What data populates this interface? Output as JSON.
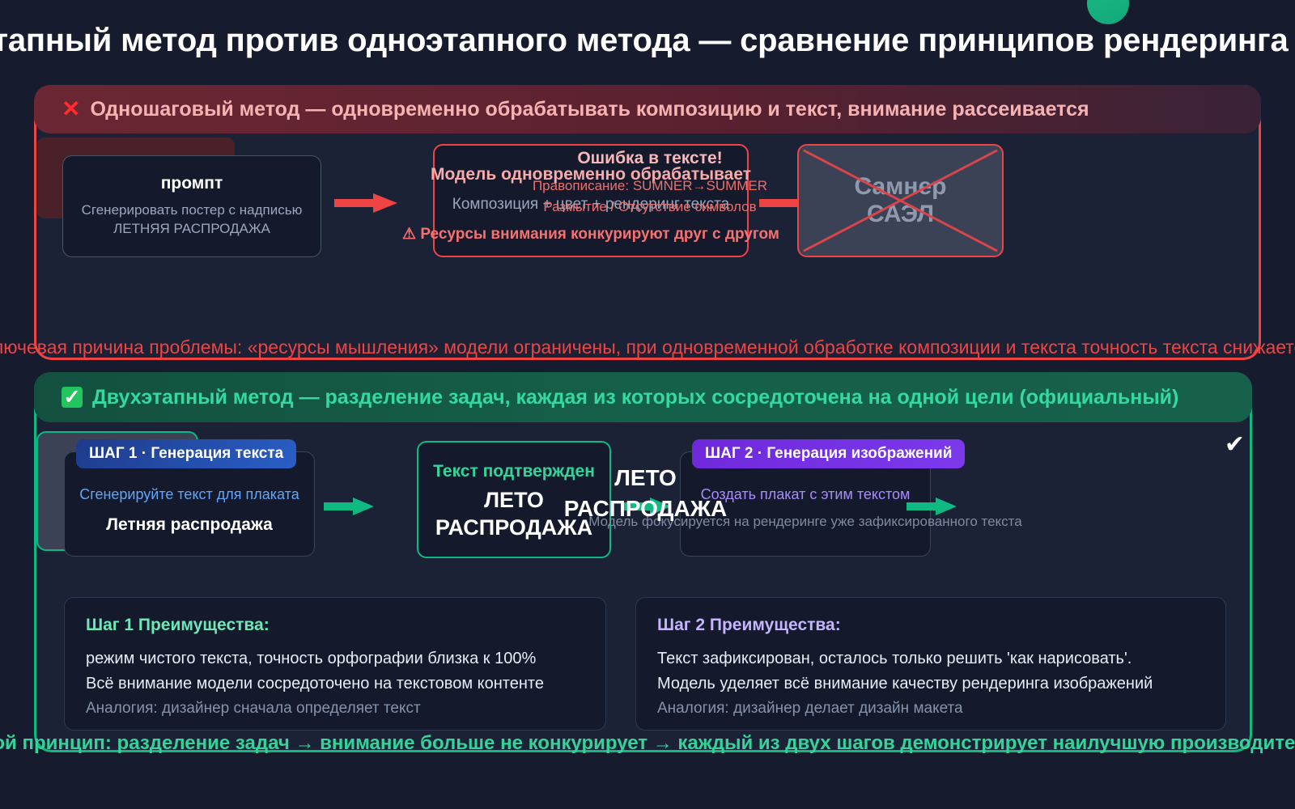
{
  "page": {
    "title": "Двухэтапный метод против одноэтапного метода — сравнение принципов рендеринга текста"
  },
  "one_step": {
    "header_icon": "✕",
    "header": "Одношаговый метод — одновременно обрабатывать композицию и текст, внимание рассеивается",
    "prompt_card": {
      "title": "промпт",
      "line1": "Сгенерировать постер с надписью",
      "line2": "ЛЕТНЯЯ РАСПРОДАЖА"
    },
    "model_card": {
      "title": "Модель одновременно обрабатывает",
      "line1": "Композиция + цвет + рендеринг текста",
      "line2": "⚠ Ресурсы внимания конкурируют друг с другом"
    },
    "fail_card": {
      "line1": "Самнер",
      "line2": "САЭЛ"
    },
    "error_card": {
      "title": "Ошибка в тексте!",
      "line1": "Правописание: SUMNER→SUMMER",
      "line2": "Размытие / Отсутствие символов"
    },
    "note": "Ключевая причина проблемы: «ресурсы мышления» модели ограничены, при одновременной обработке композиции и текста точность текста снижается"
  },
  "two_step": {
    "header_icon": "✓",
    "header": "Двухэтапный метод — разделение задач, каждая из которых сосредоточена на одной цели (официальный)",
    "step1_card": {
      "badge": "ШАГ 1 · Генерация текста",
      "line1": "Сгенерируйте текст для плаката",
      "line2": "Летняя распродажа"
    },
    "confirm_card": {
      "title": "Текст подтвержден",
      "line1": "ЛЕТО",
      "line2": "РАСПРОДАЖА"
    },
    "step2_card": {
      "badge": "ШАГ 2 · Генерация изображений",
      "line1": "Создать плакат с этим текстом",
      "line2": "Модель фокусируется на рендеринге уже зафиксированного текста"
    },
    "poster_card": {
      "check": "✔",
      "line1": "ЛЕТО",
      "line2": "РАСПРОДАЖА"
    },
    "benefit1": {
      "title": "Шаг 1 Преимущества:",
      "line1": "режим чистого текста, точность орфографии близка к 100%",
      "line2": "Всё внимание модели сосредоточено на текстовом контенте",
      "note": "Аналогия: дизайнер сначала определяет текст"
    },
    "benefit2": {
      "title": "Шаг 2 Преимущества:",
      "line1": "Текст зафиксирован, осталось только решить 'как нарисовать'.",
      "line2": "Модель уделяет всё внимание качеству рендеринга изображений",
      "note": "Аналогия: дизайнер делает дизайн макета"
    },
    "note": "Основной принцип: разделение задач → внимание больше не конкурирует → каждый из двух шагов демонстрирует наилучшую производительность"
  },
  "colors": {
    "bg": "#161b2e",
    "danger": "#ef4444",
    "success": "#10b981",
    "step1": "#2a5fc7",
    "step2": "#7c3aed"
  }
}
